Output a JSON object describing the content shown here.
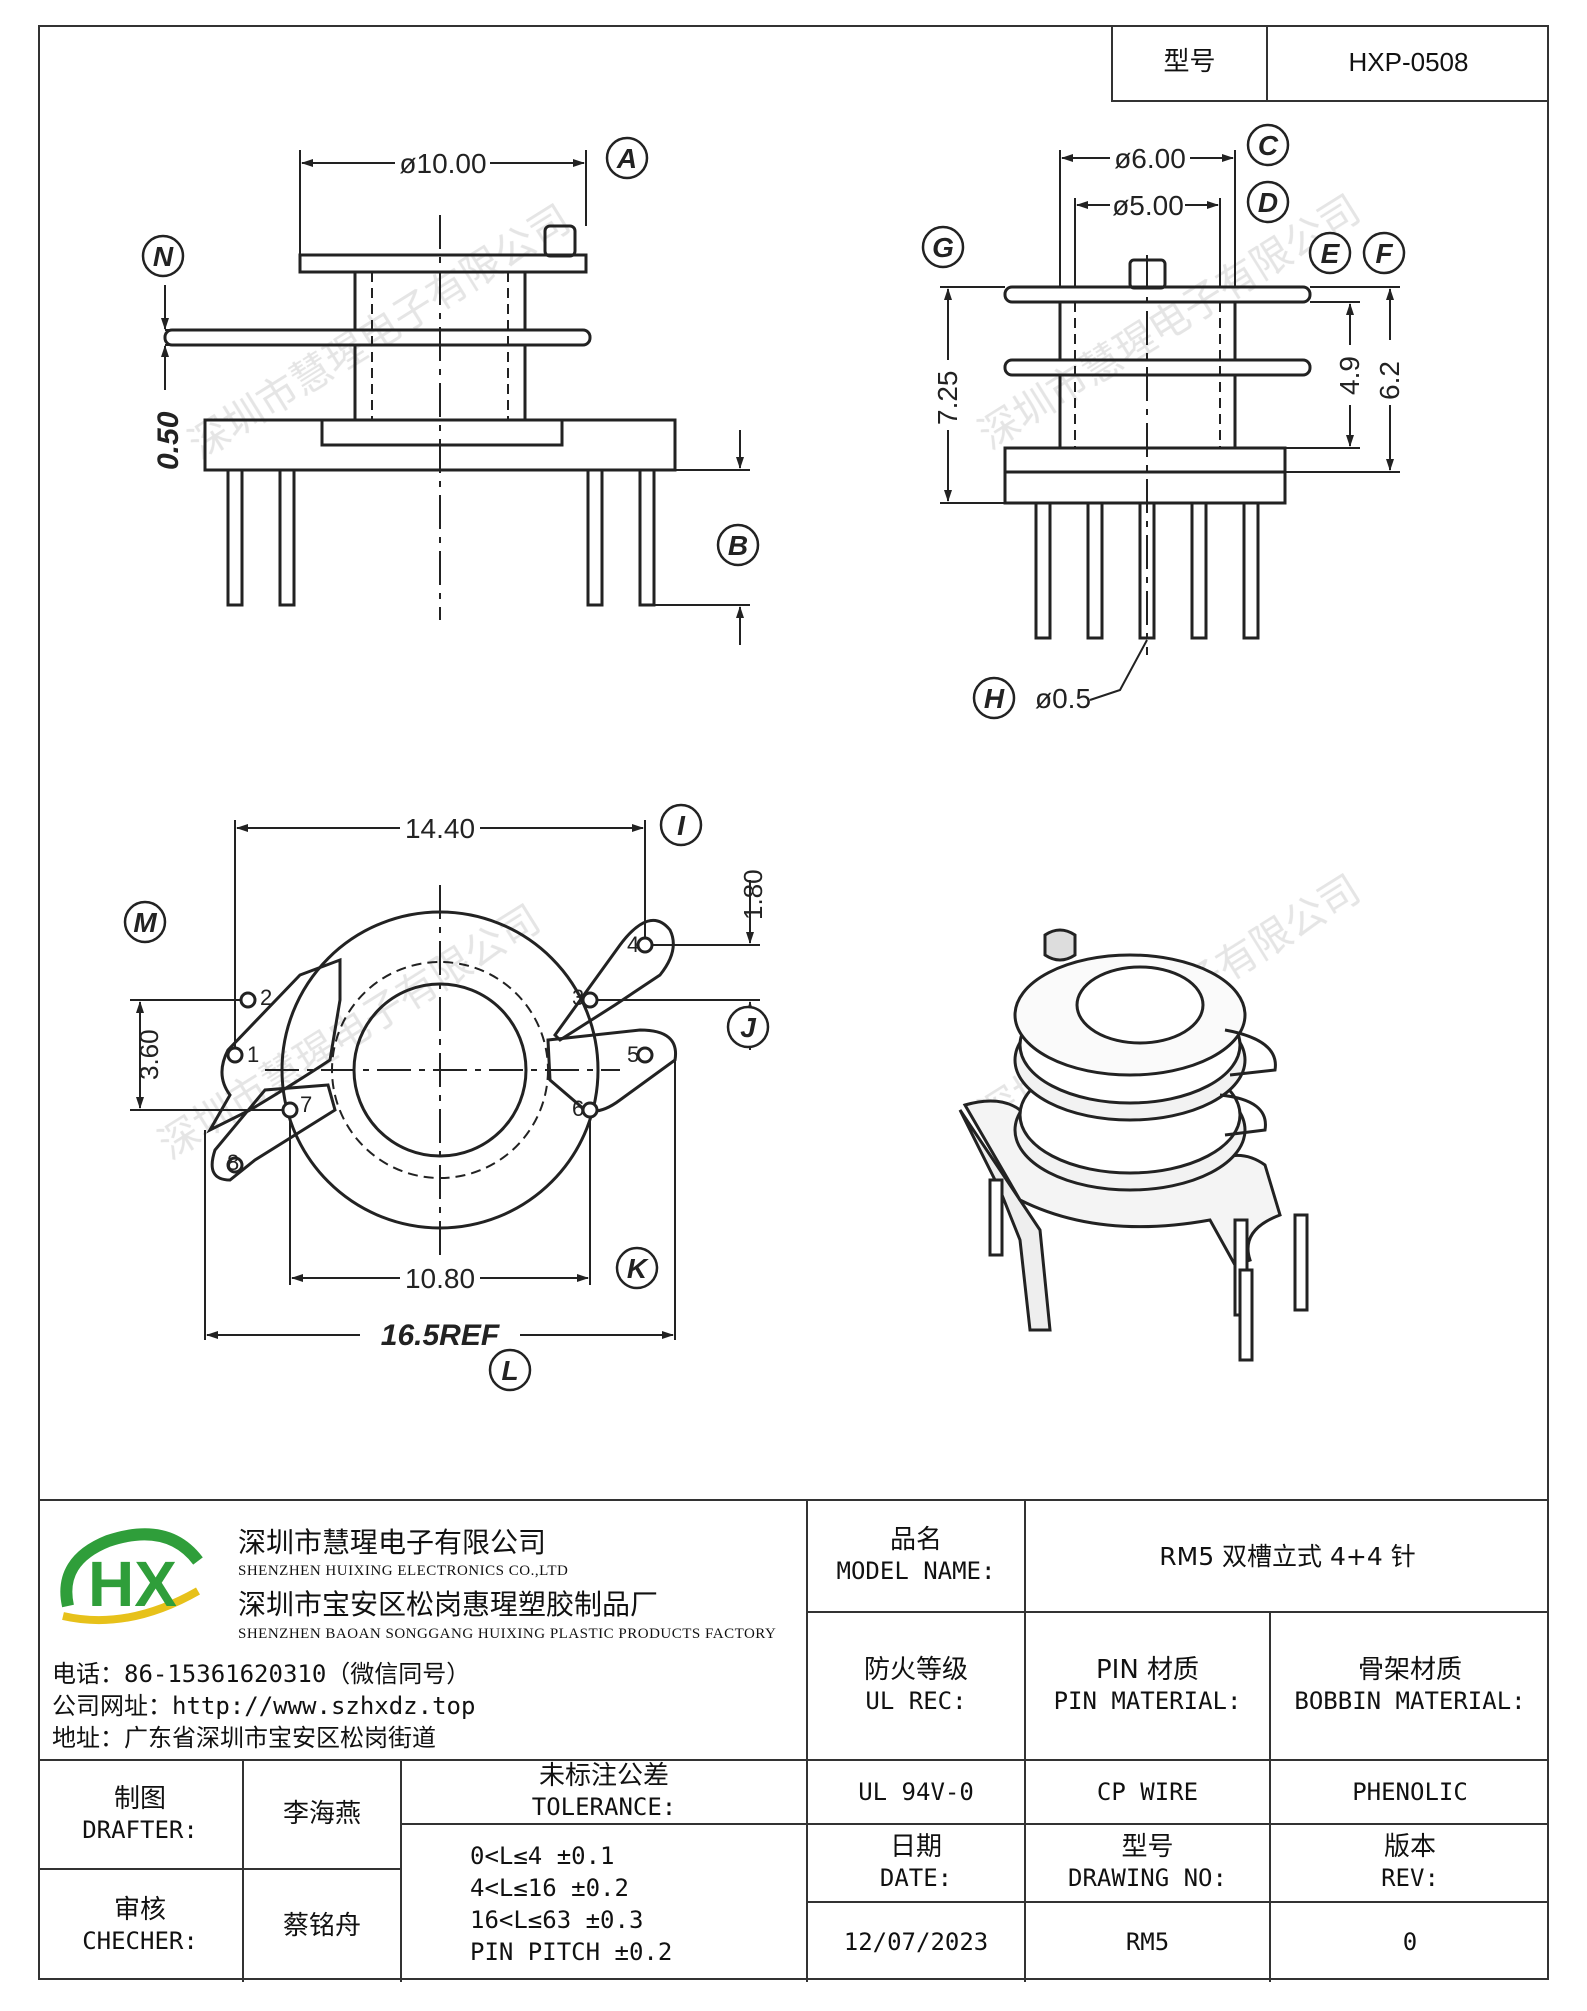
{
  "header": {
    "model_label": "型号",
    "model_value": "HXP-0508"
  },
  "drawing": {
    "dims": {
      "d10": "ø10.00",
      "d6": "ø6.00",
      "d5": "ø5.00",
      "d05": "ø0.5",
      "t050": "0.50",
      "t725": "7.25",
      "t49": "4.9",
      "t62": "6.2",
      "t1440": "14.40",
      "t180": "1.80",
      "t360": "3.60",
      "t1080": "10.80",
      "t165": "16.5REF"
    },
    "callouts": [
      "A",
      "B",
      "C",
      "D",
      "E",
      "F",
      "G",
      "H",
      "I",
      "J",
      "K",
      "L",
      "M",
      "N"
    ],
    "pins": [
      "1",
      "2",
      "3",
      "4",
      "5",
      "6",
      "7",
      "8"
    ]
  },
  "title_block": {
    "company_cn": "深圳市慧瑆电子有限公司",
    "company_en": "SHENZHEN HUIXING ELECTRONICS CO.,LTD",
    "factory_cn": "深圳市宝安区松岗惠瑆塑胶制品厂",
    "factory_en": "SHENZHEN BAOAN SONGGANG HUIXING PLASTIC PRODUCTS FACTORY",
    "phone": "电话：86-15361620310（微信同号）",
    "website": "公司网址：http://www.szhxdz.top",
    "address": "地址：广东省深圳市宝安区松岗街道",
    "logo_text": "HX",
    "model_name_cn": "品名",
    "model_name_en": "MODEL NAME:",
    "model_name_value": "RM5 双槽立式 4+4 针",
    "fire_cn": "防火等级",
    "fire_en": "UL REC:",
    "pin_mat_cn": "PIN 材质",
    "pin_mat_en": "PIN MATERIAL:",
    "bobbin_mat_cn": "骨架材质",
    "bobbin_mat_en": "BOBBIN MATERIAL:",
    "fire_value": "UL 94V-0",
    "pin_mat_value": "CP WIRE",
    "bobbin_mat_value": "PHENOLIC",
    "drafter_cn": "制图",
    "drafter_en": "DRAFTER:",
    "drafter_name": "李海燕",
    "checker_cn": "审核",
    "checker_en": "CHECHER:",
    "checker_name": "蔡铭舟",
    "tol_cn": "未标注公差",
    "tol_en": "TOLERANCE:",
    "tol_lines": [
      "0<L≤4  ±0.1",
      "4<L≤16 ±0.2",
      "16<L≤63 ±0.3",
      "PIN PITCH ±0.2"
    ],
    "date_cn": "日期",
    "date_en": "DATE:",
    "date_value": "12/07/2023",
    "dwg_cn": "型号",
    "dwg_en": "DRAWING NO:",
    "dwg_value": "RM5",
    "rev_cn": "版本",
    "rev_en": "REV:",
    "rev_value": "0"
  },
  "watermark": "深圳市慧瑆电子有限公司",
  "colors": {
    "line": "#222222",
    "logo_green": "#2f9e3a",
    "logo_yellow": "#e7c11a"
  }
}
